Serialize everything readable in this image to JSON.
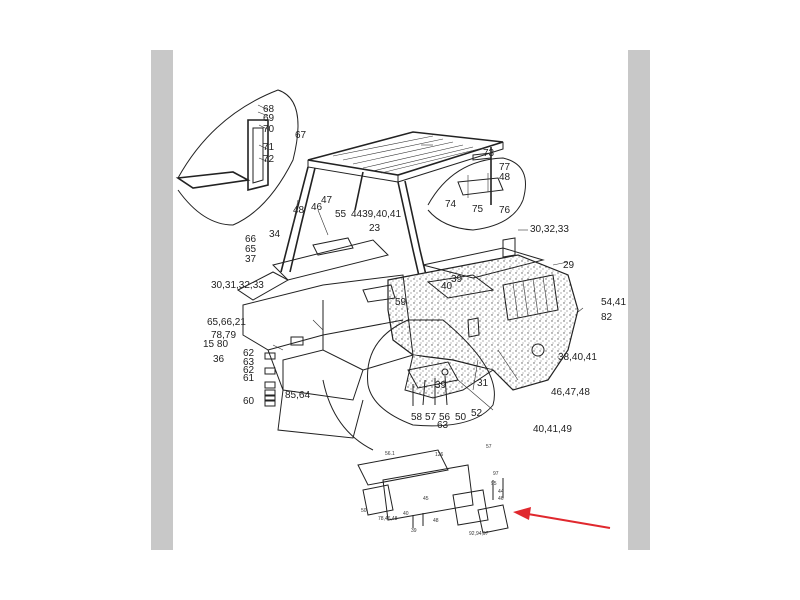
{
  "labels": {
    "l68": "68",
    "l69": "69",
    "l70": "70",
    "l71": "71",
    "l72": "72",
    "l67": "67",
    "l47": "47",
    "l48": "48",
    "l46": "46",
    "l55": "55",
    "l434": "4439,40,41",
    "l23": "23",
    "l34": "34",
    "l66": "66",
    "l65": "65",
    "l37": "37",
    "l77": "77",
    "l73": "73",
    "l48b": "48",
    "l74": "74",
    "l75": "75",
    "l76": "76",
    "l303233": "30,32,33",
    "l29": "29",
    "l30313233": "30,31,32,33",
    "l39": "39",
    "l40": "40",
    "l59": "59",
    "l5441": "54,41",
    "l82": "82",
    "l6566": "65,66,21",
    "l7879": "78,79",
    "l1580": "15 80",
    "l36": "36",
    "l62": "62",
    "l63": "63",
    "l62b": "62",
    "l61": "61",
    "l60": "60",
    "l8564": "85,64",
    "l384041": "38,40,41",
    "l31": "31",
    "l39b": "39",
    "l58": "58",
    "l57": "57",
    "l56": "56",
    "l50": "50",
    "l52": "52",
    "l63b": "63",
    "l464748": "46,47,48",
    "l404149": "40,41,49"
  },
  "inset_labels": {
    "s1": "56.1",
    "s2": "126",
    "s3": "57",
    "s4": "97",
    "s5": "95",
    "s6": "44",
    "s7": "46",
    "s8": "50",
    "s9": "78,46,48",
    "s10": "45",
    "s11": "40",
    "s12": "39",
    "s13": "48",
    "s14": "92,94,97"
  },
  "colors": {
    "annotation_arrow": "#e0282e",
    "side_bar": "#c8c8c8",
    "ink": "#222222"
  }
}
